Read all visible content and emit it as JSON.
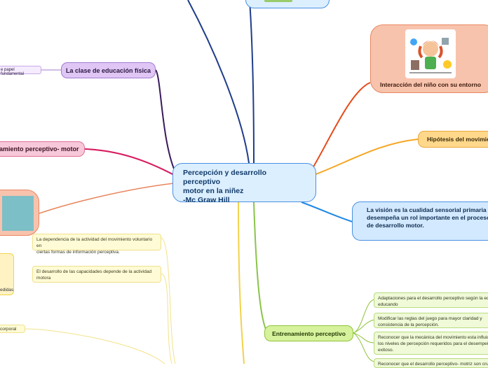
{
  "central": {
    "line1": "Percepción y desarrollo perceptivo",
    "line2": "motor en la niñez",
    "line3": "-Mc Graw Hill"
  },
  "branches": {
    "clase": {
      "label": "La clase de educación física",
      "leaf": "e papel fundamental"
    },
    "entrenamiento_pm": {
      "label": "amiento perceptivo- motor"
    },
    "interaccion": {
      "label": "Interacción del niño con su entorno",
      "image_icon": "child-illustration-icon"
    },
    "hipotesis": {
      "label": "Hipótesis del movimie"
    },
    "vision": {
      "line1": "La visión es la cualidad sensorial primaria y",
      "line2": "desempeña un rol importante en el proceso",
      "line3": "de desarrollo motor."
    },
    "entrenamiento_p": {
      "label": "Entrenamiento perceptivo",
      "leaves": [
        {
          "line1": "Adaptaciones para el desarrollo perceptivo según la edad",
          "line2": "educando"
        },
        {
          "line1": "Modificar las reglas del juego para mayor claridad y",
          "line2": "consistencia de la percepción."
        },
        {
          "line1": "Reconocer que la mecánica del movimiento esta influida p",
          "line2": "los niveles de percepción requeridos para el desempeño",
          "line3": "exitoso."
        },
        {
          "line1": "Reconocer que el desarrollo perceptivo- motriz son crucia"
        }
      ]
    },
    "yellow_leaves": [
      {
        "line1": "La dependencia de la actividad del movimiento voluntario en",
        "line2": "ciertas formas de información perceptiva."
      },
      {
        "line1": "El desarrollo de las capacidades depende de la actividad",
        "line2": "motora"
      }
    ],
    "left_fragments": {
      "medidas": "edidas",
      "corporal": "corporal"
    }
  },
  "colors": {
    "central_border": "#4a90e2",
    "lavender": "#dfc6f5",
    "pink": "#f7c8d9",
    "salmon": "#f8c3ad",
    "orange": "#ffd88c",
    "green": "#d6f29c"
  }
}
